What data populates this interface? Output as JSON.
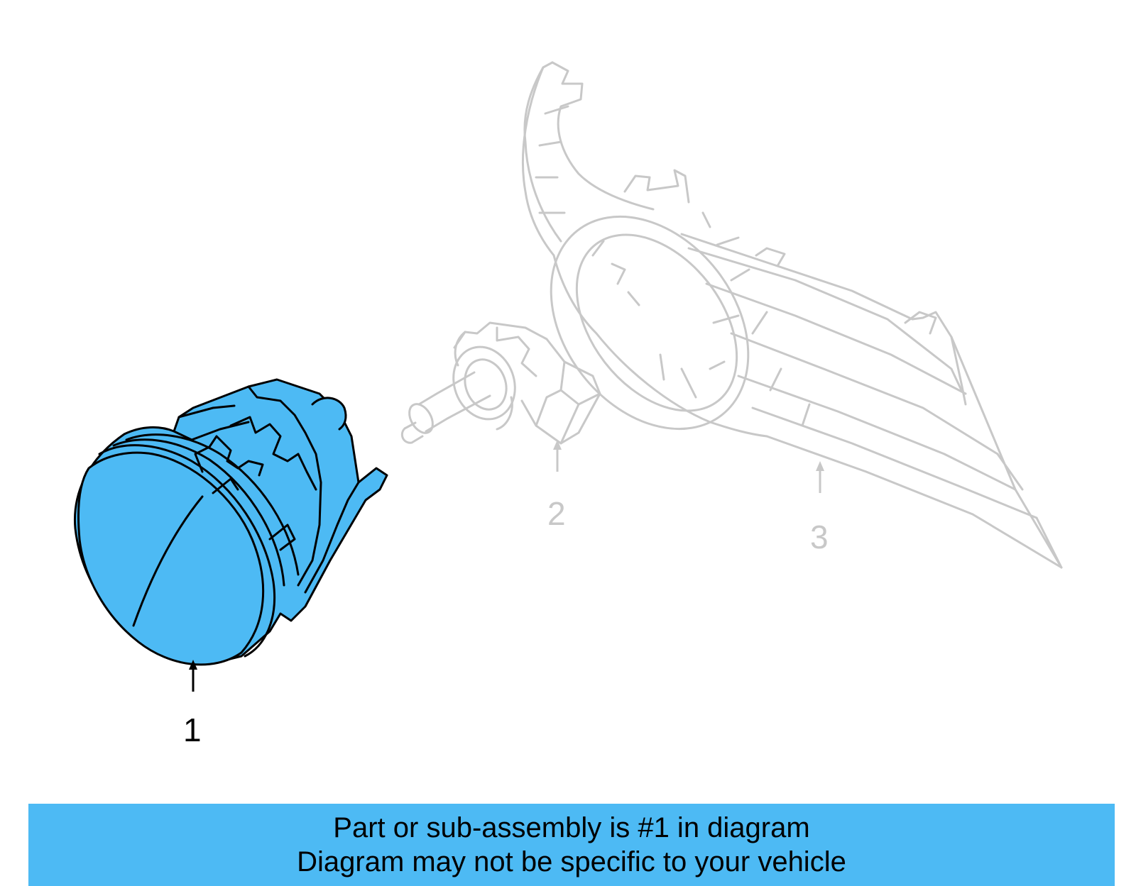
{
  "callouts": {
    "part1": "1",
    "part2": "2",
    "part3": "3"
  },
  "banner": {
    "line1": "Part or sub-assembly is #1 in diagram",
    "line2": "Diagram may not be specific to your vehicle"
  },
  "colors": {
    "highlight": "#4dbaf4",
    "ghost_line": "#c8c8c8",
    "outline": "#000000"
  }
}
